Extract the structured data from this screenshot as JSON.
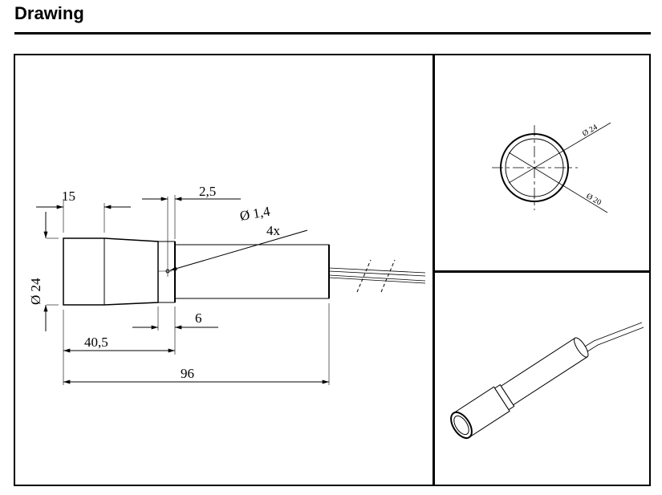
{
  "header": {
    "title": "Drawing"
  },
  "side_view": {
    "dims": {
      "front_length": "15",
      "band_offset": "2,5",
      "hole_dia": "Ø 1,4",
      "hole_count": "4x",
      "diameter": "Ø 24",
      "band_width": "6",
      "head_length": "40,5",
      "total_length": "96"
    }
  },
  "front_view": {
    "outer_dia": "Ø 24",
    "inner_dia": "Ø 20"
  }
}
